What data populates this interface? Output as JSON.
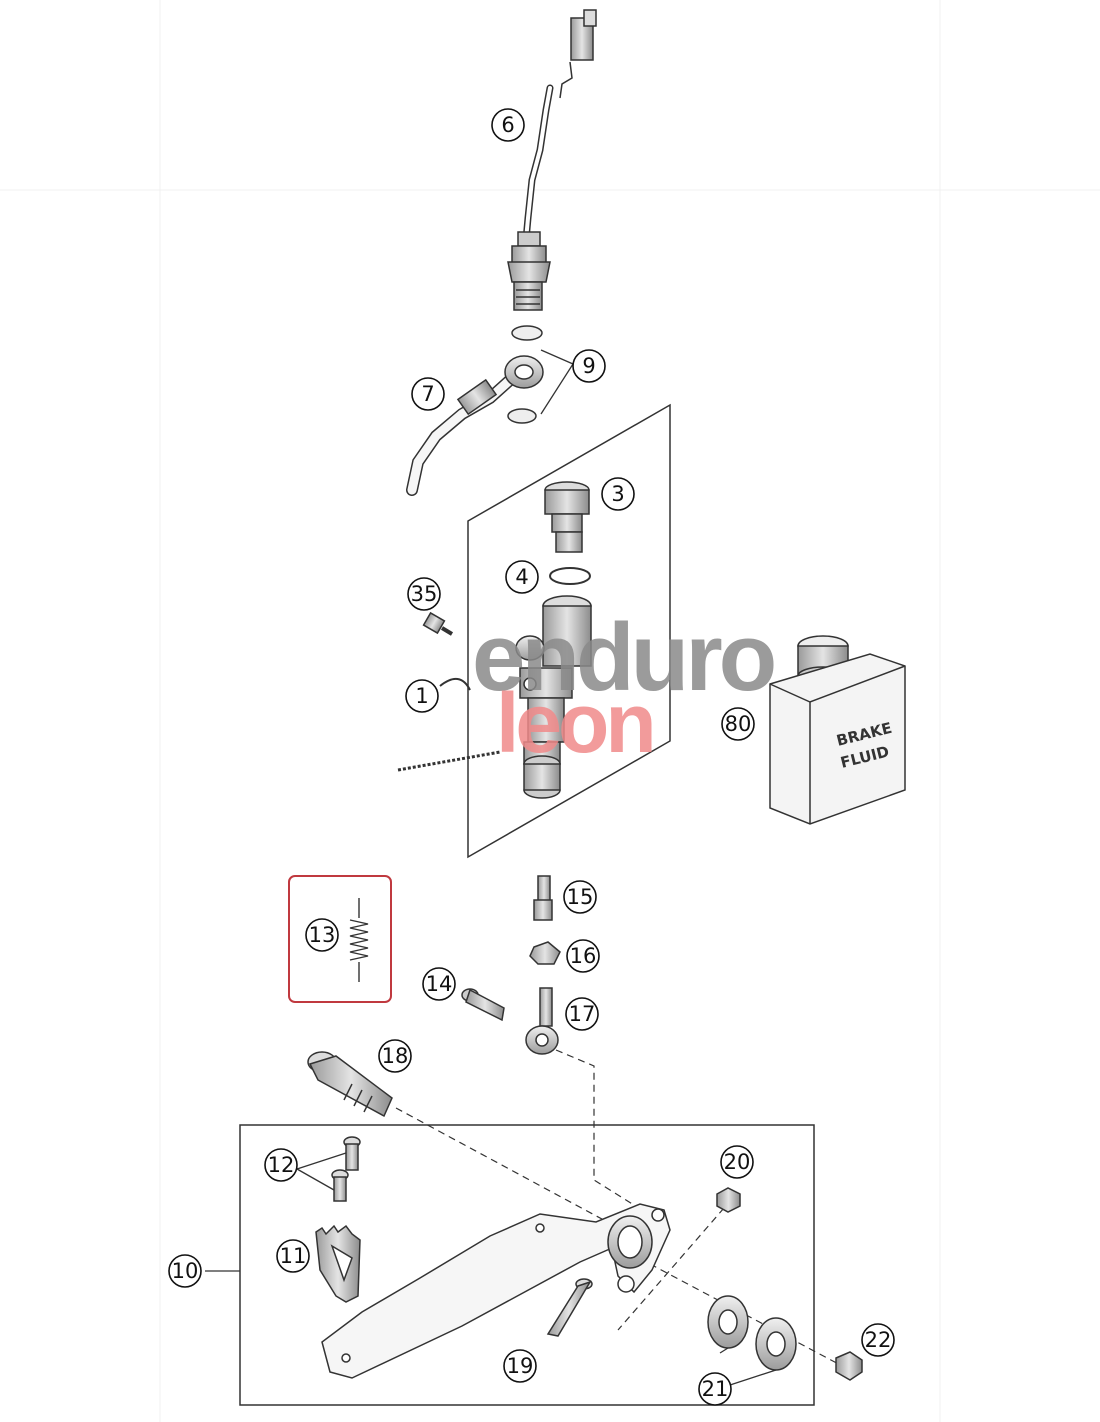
{
  "watermark": {
    "line1": "enduro",
    "line2": "leon",
    "colors": {
      "gray": "#8a8a8a",
      "red": "#f08a8a"
    }
  },
  "bottle_label": {
    "line1": "BRAKE",
    "line2": "FLUID"
  },
  "highlight_color": "#c0393f",
  "callouts": {
    "p1": "1",
    "p3": "3",
    "p4": "4",
    "p6": "6",
    "p7": "7",
    "p9": "9",
    "p10": "10",
    "p11": "11",
    "p12": "12",
    "p13": "13",
    "p14": "14",
    "p15": "15",
    "p16": "16",
    "p17": "17",
    "p18": "18",
    "p19": "19",
    "p20": "20",
    "p21": "21",
    "p22": "22",
    "p35": "35",
    "p80": "80"
  }
}
